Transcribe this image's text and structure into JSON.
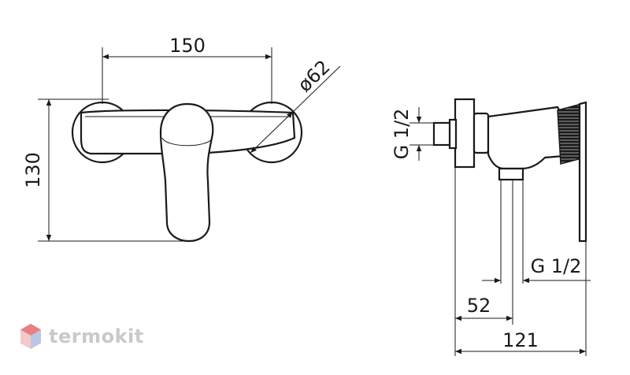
{
  "dimensions": {
    "width_label": "150",
    "height_label": "130",
    "diameter_label": "ø62",
    "inlet_thread_label": "G 1/2",
    "outlet_thread_label": "G 1/2",
    "offset_label": "52",
    "depth_label": "121"
  },
  "brand": {
    "name": "termokit",
    "logo_icon": "hexagon-cube-icon",
    "color": "#c9c9c9"
  },
  "colors": {
    "line": "#1a1a1a",
    "background": "#ffffff"
  }
}
